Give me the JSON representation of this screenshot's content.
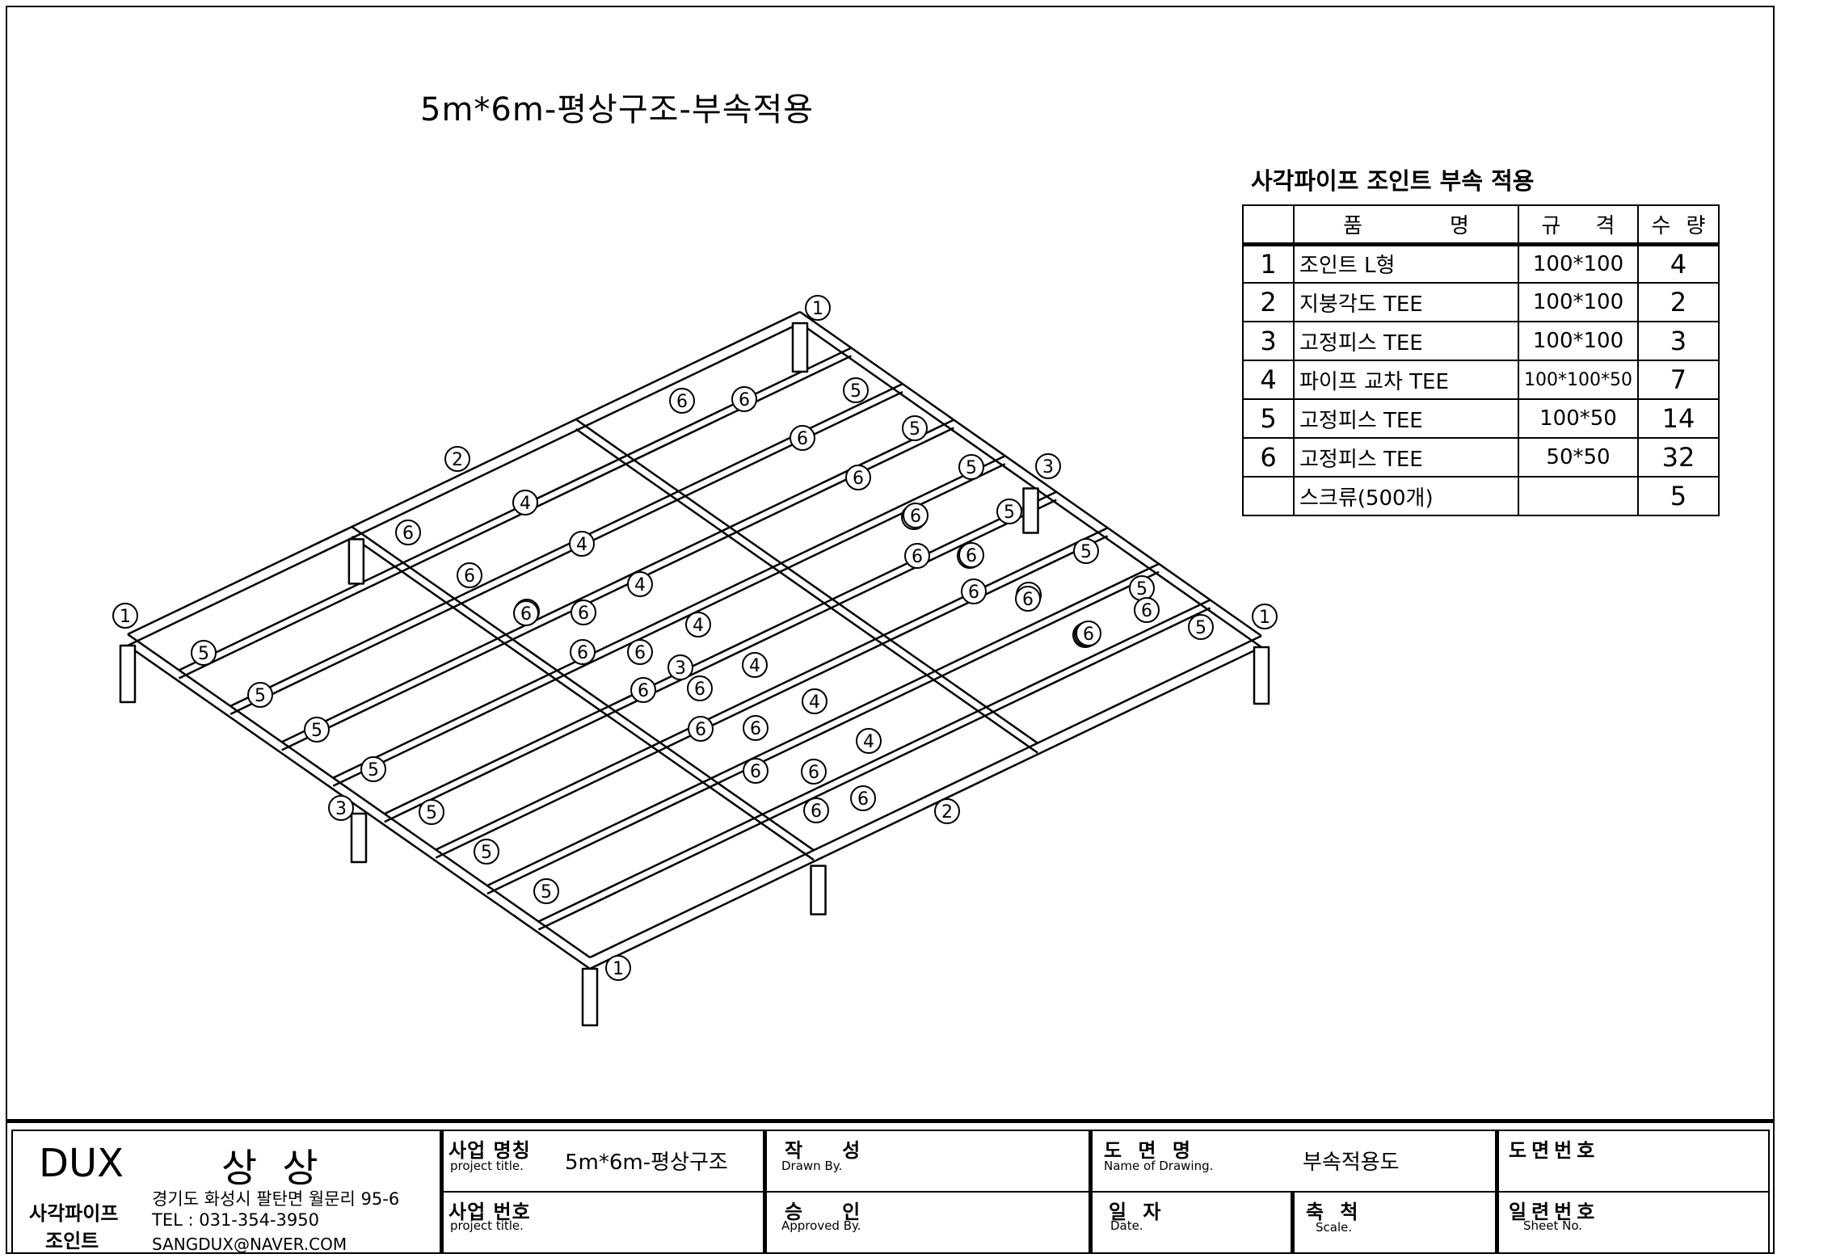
{
  "drawing_title": "5m*6m-평상구조-부속적용",
  "parts": {
    "title": "사각파이프 조인트 부속 적용",
    "headers": {
      "name_a": "품",
      "name_b": "명",
      "spec_a": "규",
      "spec_b": "격",
      "qty_a": "수",
      "qty_b": "량"
    },
    "rows": [
      {
        "no": "1",
        "name": "조인트 L형",
        "spec": "100*100",
        "qty": "4"
      },
      {
        "no": "2",
        "name": "지붕각도 TEE",
        "spec": "100*100",
        "qty": "2"
      },
      {
        "no": "3",
        "name": "고정피스 TEE",
        "spec": "100*100",
        "qty": "3"
      },
      {
        "no": "4",
        "name": "파이프 교차 TEE",
        "spec": "100*100*50",
        "qty": "7"
      },
      {
        "no": "5",
        "name": "고정피스 TEE",
        "spec": "100*50",
        "qty": "14"
      },
      {
        "no": "6",
        "name": "고정피스 TEE",
        "spec": "50*50",
        "qty": "32"
      },
      {
        "no": "",
        "name": "스크류(500개)",
        "spec": "",
        "qty": "5"
      }
    ]
  },
  "title_block": {
    "company": "DUX",
    "company_kr": "상 상",
    "product_line1": "사각파이프",
    "product_line2": "조인트",
    "address": "경기도 화성시 팔탄면 월문리 95-6",
    "tel": "TEL : 031-354-3950",
    "email": "SANGDUX@NAVER.COM",
    "project_name_label": "사업 명칭",
    "project_name_sub": "project title.",
    "project_name_value": "5m*6m-평상구조",
    "project_no_label": "사업 번호",
    "project_no_sub": "project title.",
    "drawn_label": "작   성",
    "drawn_sub": "Drawn By.",
    "approved_label": "승   인",
    "approved_sub": "Approved By.",
    "drawing_name_label": "도 면 명",
    "drawing_name_sub": "Name of Drawing.",
    "drawing_name_value": "부속적용도",
    "date_label": "일 자",
    "date_sub": "Date.",
    "scale_label": "축 척",
    "scale_sub": "Scale.",
    "drawing_no_label": "도면번호",
    "sheet_no_label": "일련번호",
    "sheet_no_sub": "Sheet No."
  },
  "callouts": [
    {
      "n": "1"
    },
    {
      "n": "1"
    },
    {
      "n": "1"
    },
    {
      "n": "1"
    },
    {
      "n": "2"
    },
    {
      "n": "2"
    },
    {
      "n": "3"
    },
    {
      "n": "3"
    },
    {
      "n": "3"
    },
    {
      "n": "4"
    },
    {
      "n": "4"
    },
    {
      "n": "4"
    },
    {
      "n": "4"
    },
    {
      "n": "4"
    },
    {
      "n": "4"
    },
    {
      "n": "4"
    },
    {
      "n": "5"
    },
    {
      "n": "5"
    },
    {
      "n": "5"
    },
    {
      "n": "5"
    },
    {
      "n": "5"
    },
    {
      "n": "5"
    },
    {
      "n": "5"
    },
    {
      "n": "5"
    },
    {
      "n": "5"
    },
    {
      "n": "5"
    },
    {
      "n": "5"
    },
    {
      "n": "5"
    },
    {
      "n": "5"
    },
    {
      "n": "5"
    },
    {
      "n": "6"
    },
    {
      "n": "6"
    },
    {
      "n": "6"
    },
    {
      "n": "6"
    },
    {
      "n": "6"
    },
    {
      "n": "6"
    },
    {
      "n": "6"
    },
    {
      "n": "6"
    },
    {
      "n": "6"
    },
    {
      "n": "6"
    },
    {
      "n": "6"
    },
    {
      "n": "6"
    },
    {
      "n": "6"
    },
    {
      "n": "6"
    },
    {
      "n": "6"
    },
    {
      "n": "6"
    },
    {
      "n": "6"
    },
    {
      "n": "6"
    },
    {
      "n": "6"
    },
    {
      "n": "6"
    },
    {
      "n": "6"
    },
    {
      "n": "6"
    },
    {
      "n": "6"
    },
    {
      "n": "6"
    },
    {
      "n": "6"
    },
    {
      "n": "6"
    },
    {
      "n": "6"
    },
    {
      "n": "6"
    },
    {
      "n": "6"
    },
    {
      "n": "6"
    },
    {
      "n": "6"
    },
    {
      "n": "6"
    }
  ]
}
